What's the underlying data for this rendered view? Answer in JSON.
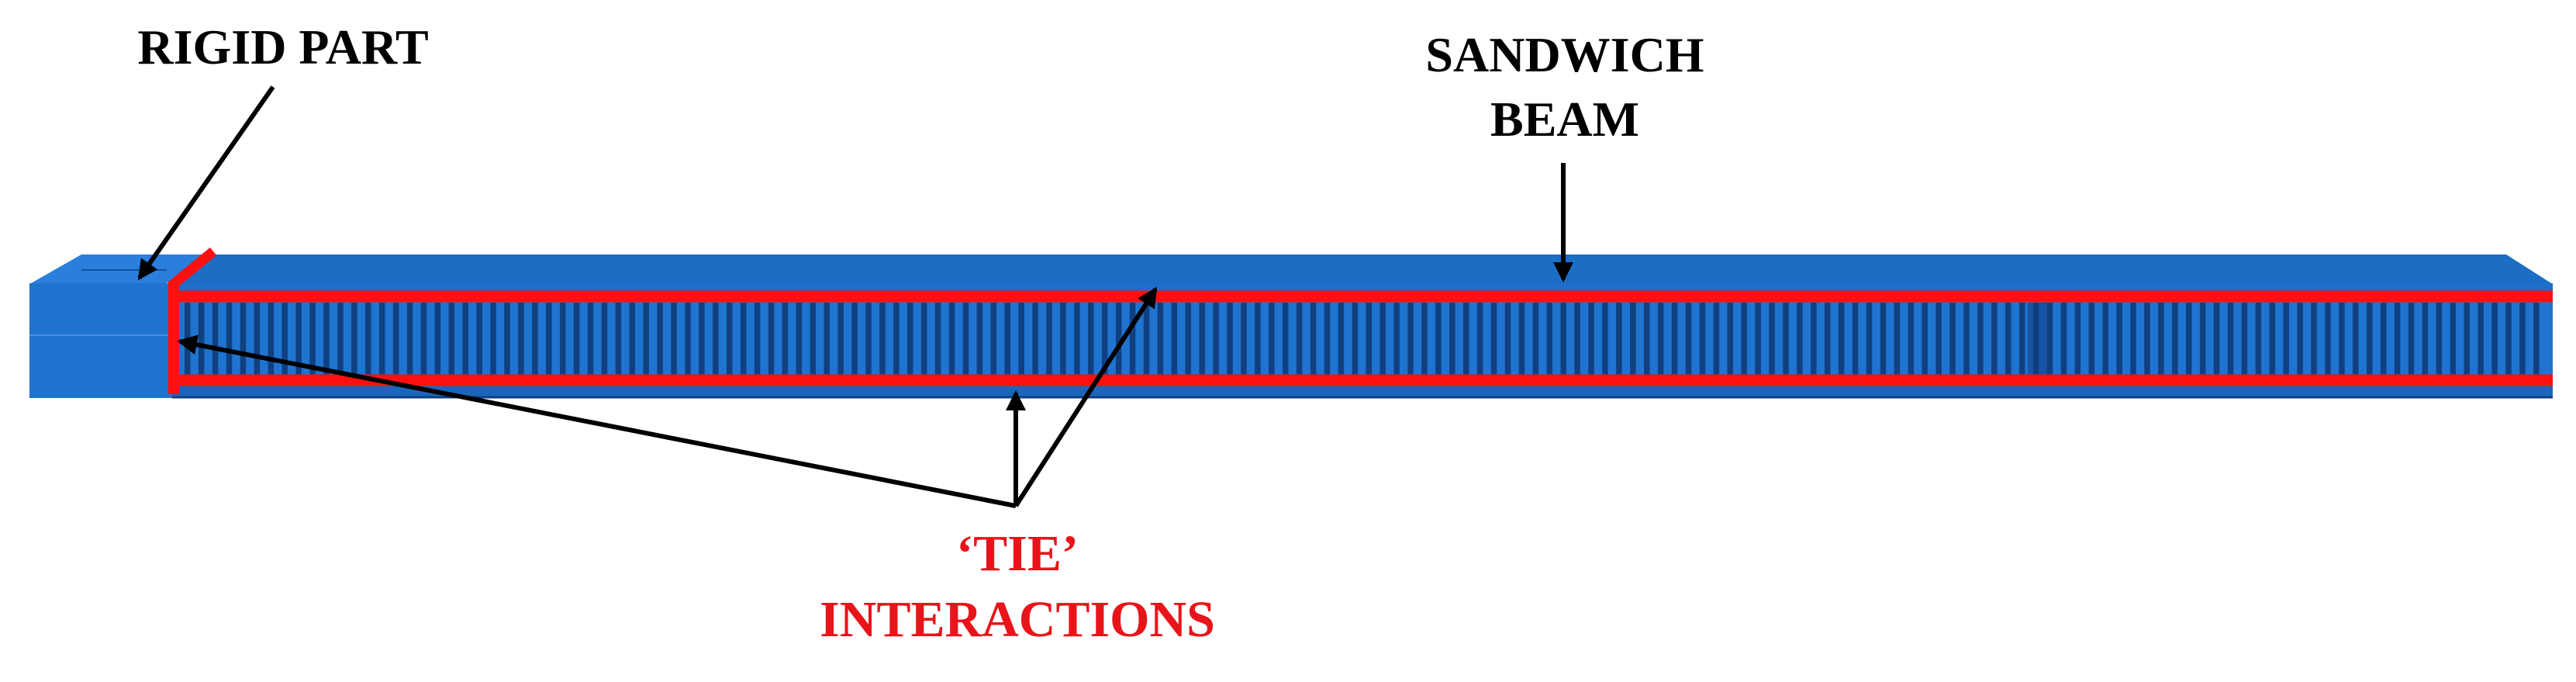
{
  "labels": {
    "rigid_part": "RIGID PART",
    "sandwich_line1": "SANDWICH",
    "sandwich_line2": "BEAM",
    "tie_line1": "‘TIE’",
    "tie_line2": "INTERACTIONS"
  },
  "colors": {
    "beam_blue": "#1f74d0",
    "beam_top": "#1c6ec4",
    "beam_shadow": "#0d3f80",
    "web_dark": "#0c2f66",
    "tie_red": "#ff1010",
    "arrow_black": "#000000",
    "label_black": "#000000",
    "label_red": "#e8141a"
  },
  "core": {
    "cell_count": 170
  }
}
